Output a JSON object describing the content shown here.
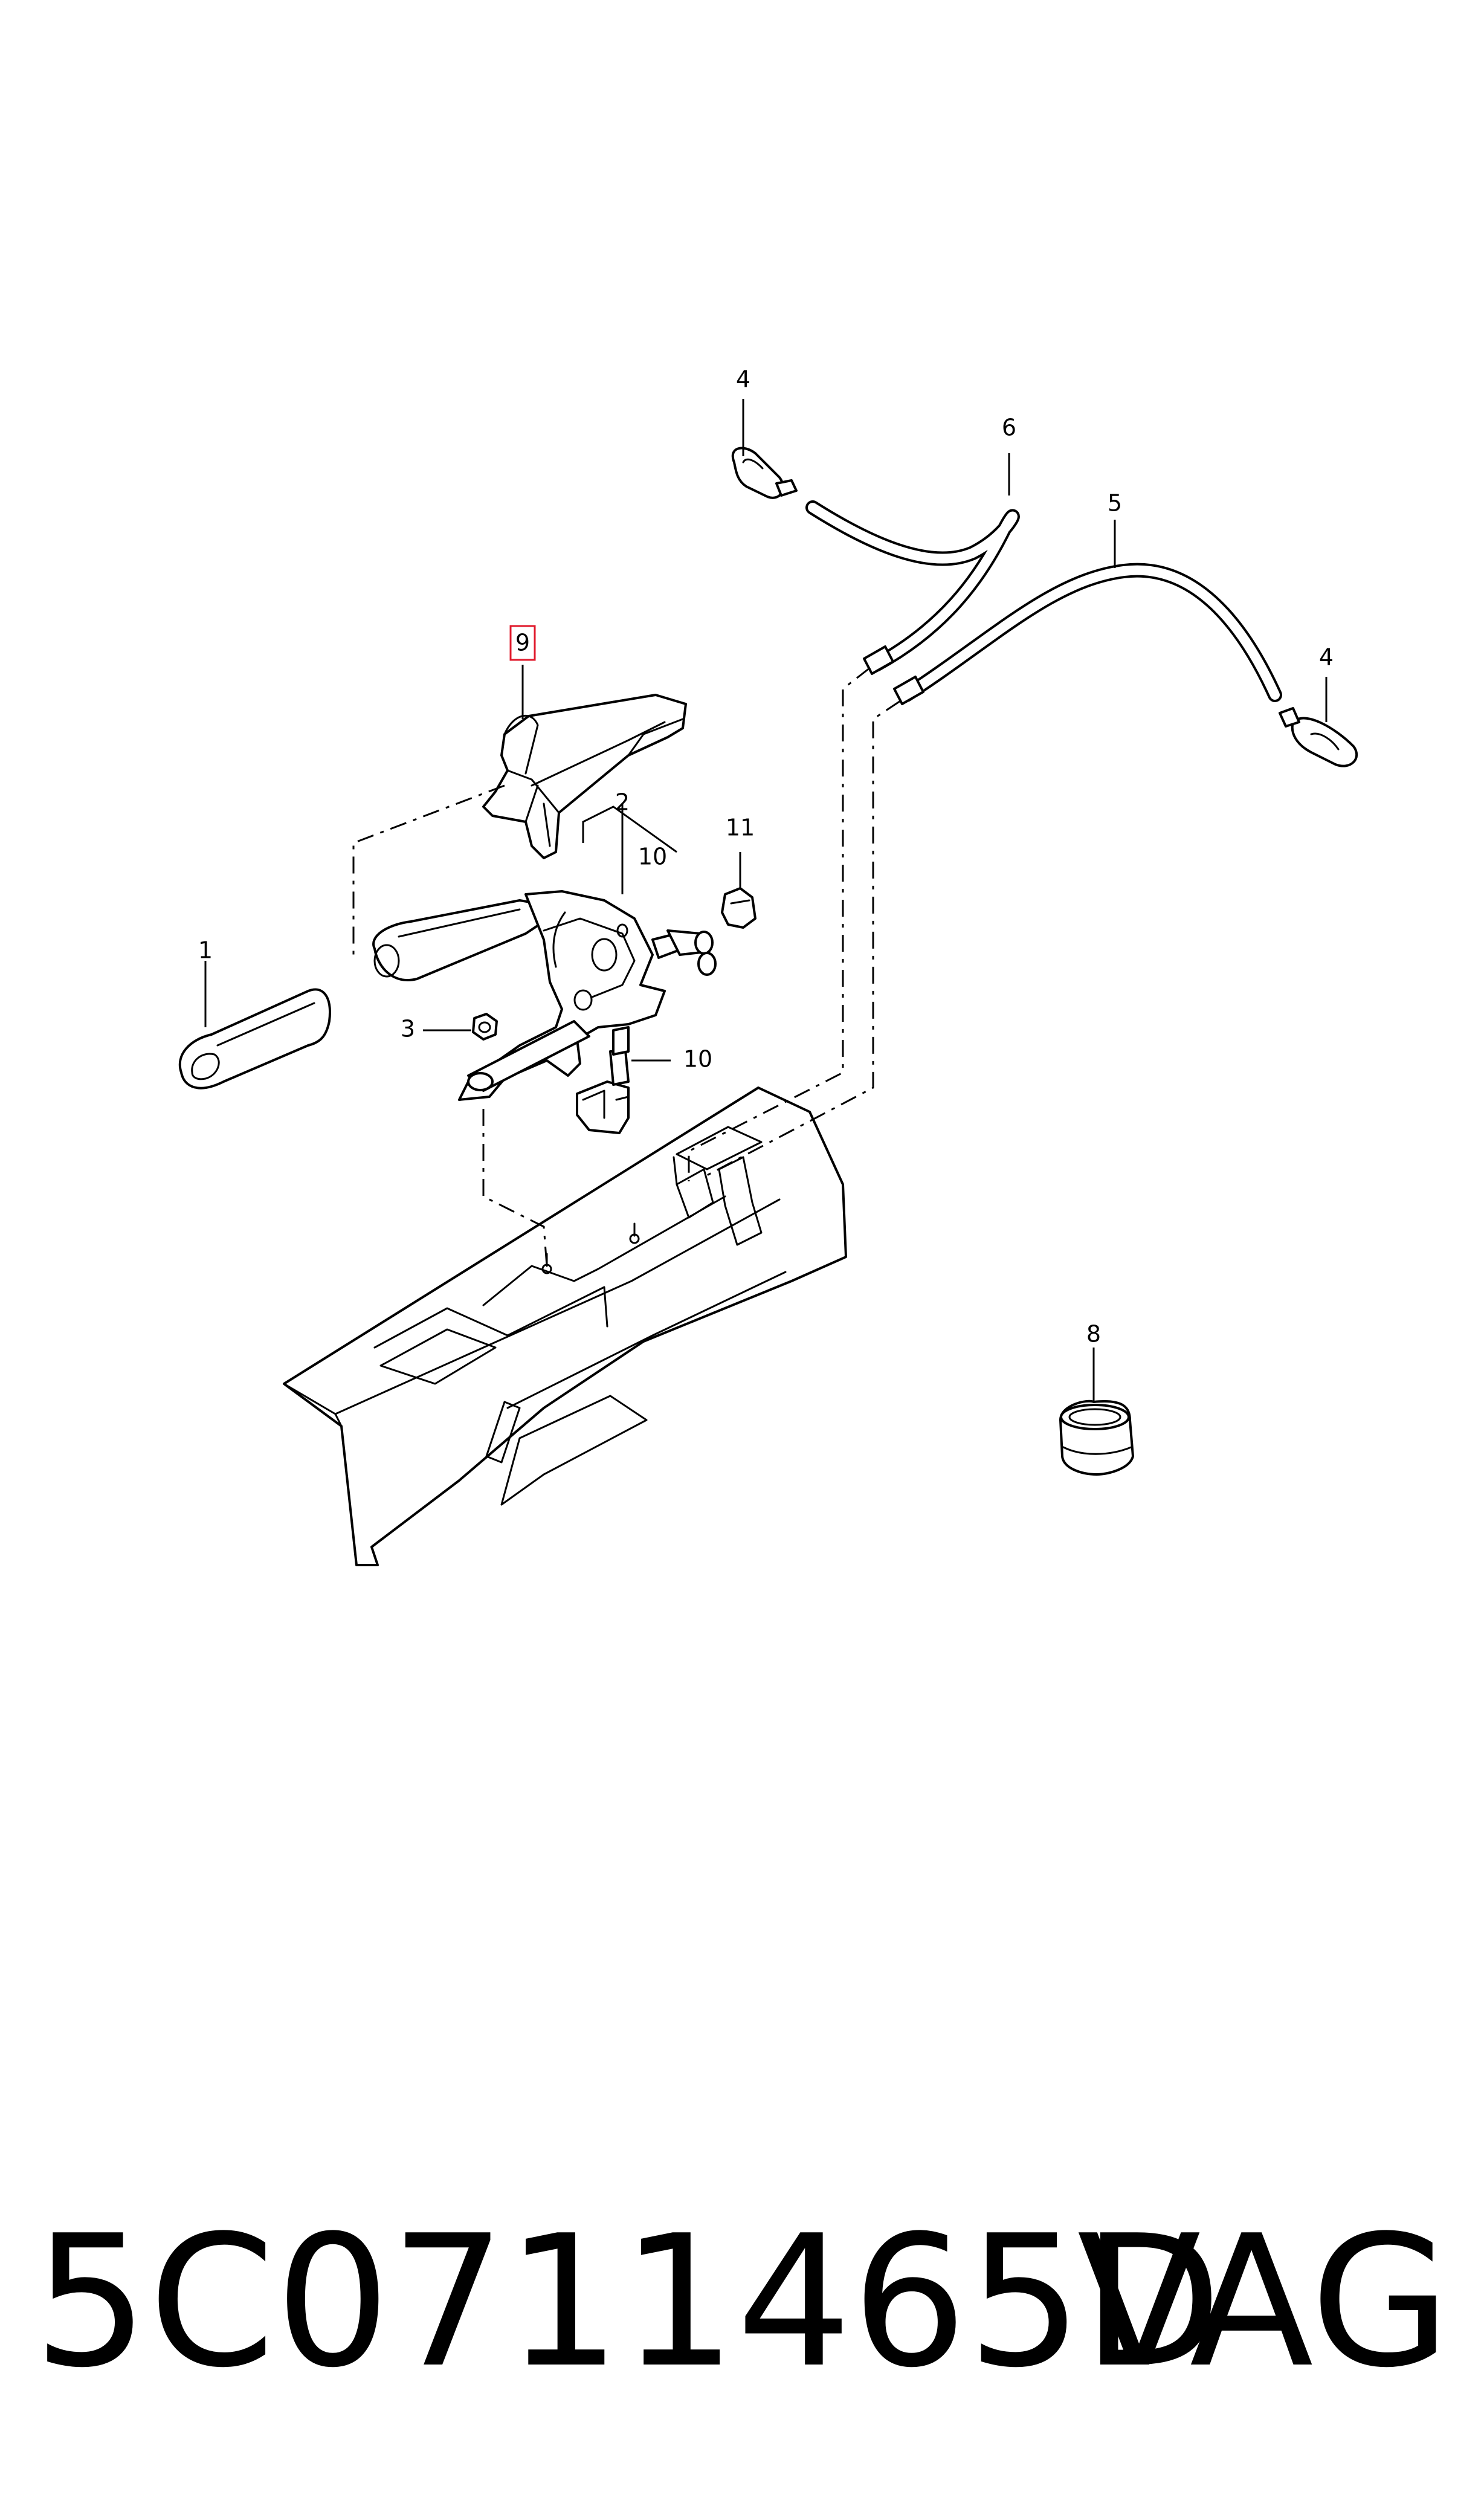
{
  "callouts": {
    "c1": "1",
    "c2": "2",
    "c3": "3",
    "c4a": "4",
    "c4b": "4",
    "c5": "5",
    "c6": "6",
    "c8": "8",
    "c9": "9",
    "c10a": "10",
    "c10b": "10",
    "c11": "11"
  },
  "highlight_color": "#e0192b",
  "footer": {
    "part_number": "5C0711465D",
    "brand": "VAG"
  }
}
